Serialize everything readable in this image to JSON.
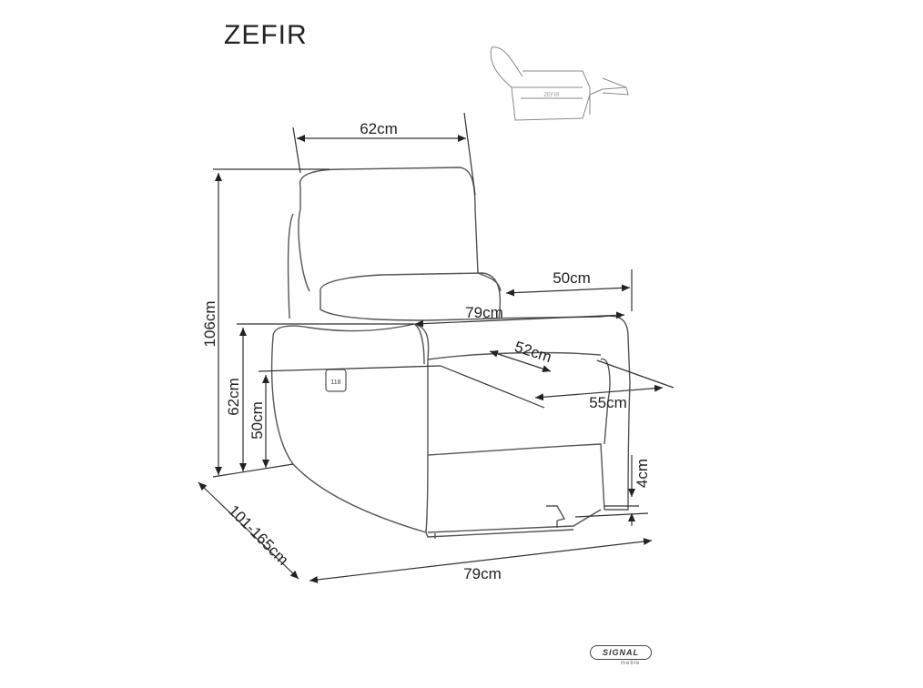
{
  "product": {
    "name": "ZEFIR"
  },
  "dimensions": {
    "backrest_width": "62cm",
    "total_height": "106cm",
    "armrest_height": "62cm",
    "seat_height": "50cm",
    "footrest_length": "50cm",
    "inner_width": "79cm",
    "seat_width": "52cm",
    "seat_depth": "55cm",
    "leg_height": "4cm",
    "depth_range": "101-165cm",
    "total_width": "79cm"
  },
  "remote_label": "118",
  "mini_label": "ZEFIR",
  "brand": {
    "name": "SIGNAL",
    "sub": "meble"
  }
}
